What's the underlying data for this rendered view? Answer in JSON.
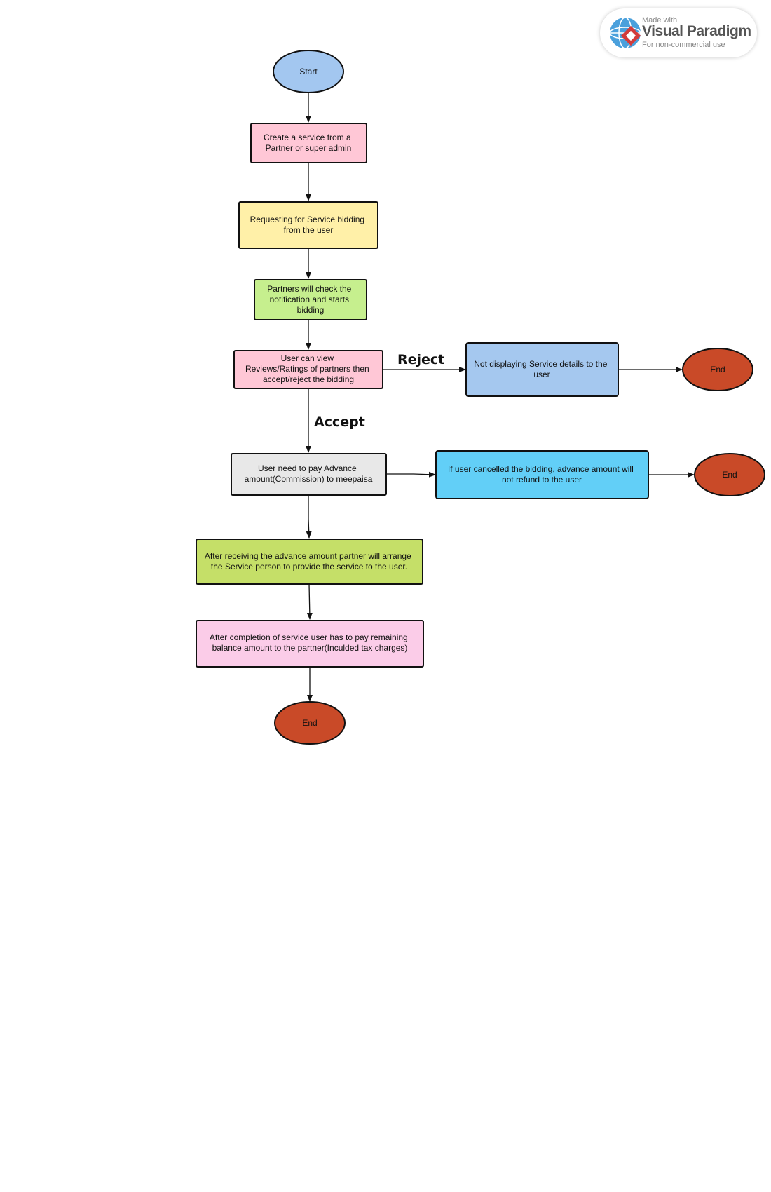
{
  "watermark": {
    "made_with": "Made with",
    "brand": "Visual Paradigm",
    "note": "For non-commercial use"
  },
  "colors": {
    "start_blue": "#a3c7f0",
    "step_pink": "#ffc7d6",
    "step_yellow": "#fff0a8",
    "step_green": "#c6ef8e",
    "step_gray": "#e8e8e8",
    "step_blue": "#a5c8ef",
    "step_cyan": "#62cff7",
    "step_olive": "#c5df68",
    "step_lightpink": "#fbcce8",
    "end_red": "#c94a28"
  },
  "nodes": {
    "start": {
      "lines": [
        "Start"
      ]
    },
    "create_service": {
      "lines": [
        "Create a service from a",
        "Partner or super admin"
      ]
    },
    "request_bidding": {
      "lines": [
        "Requesting for Service bidding",
        "from the user"
      ]
    },
    "partners_check": {
      "lines": [
        "Partners will check the",
        "notification and starts",
        "bidding"
      ]
    },
    "user_view": {
      "lines": [
        "User can view",
        "Reviews/Ratings of partners then",
        "accept/reject the bidding"
      ]
    },
    "not_displaying": {
      "lines": [
        "Not displaying Service details to the",
        "user"
      ]
    },
    "end_reject": {
      "lines": [
        "End"
      ]
    },
    "pay_advance": {
      "lines": [
        "User need to pay Advance",
        "amount(Commission) to meepaisa"
      ]
    },
    "cancel_no_refund": {
      "lines": [
        "If user cancelled the bidding, advance amount will",
        "not refund to the user"
      ]
    },
    "end_cancel": {
      "lines": [
        "End"
      ]
    },
    "arrange_service": {
      "lines": [
        "After receiving the advance amount partner will arrange",
        "the Service person to provide the service to the user."
      ]
    },
    "pay_balance": {
      "lines": [
        "After completion of service user has to pay remaining",
        "balance amount to the partner(Inculded tax charges)"
      ]
    },
    "end_main": {
      "lines": [
        "End"
      ]
    }
  },
  "edge_labels": {
    "reject": "Reject",
    "accept": "Accept"
  }
}
